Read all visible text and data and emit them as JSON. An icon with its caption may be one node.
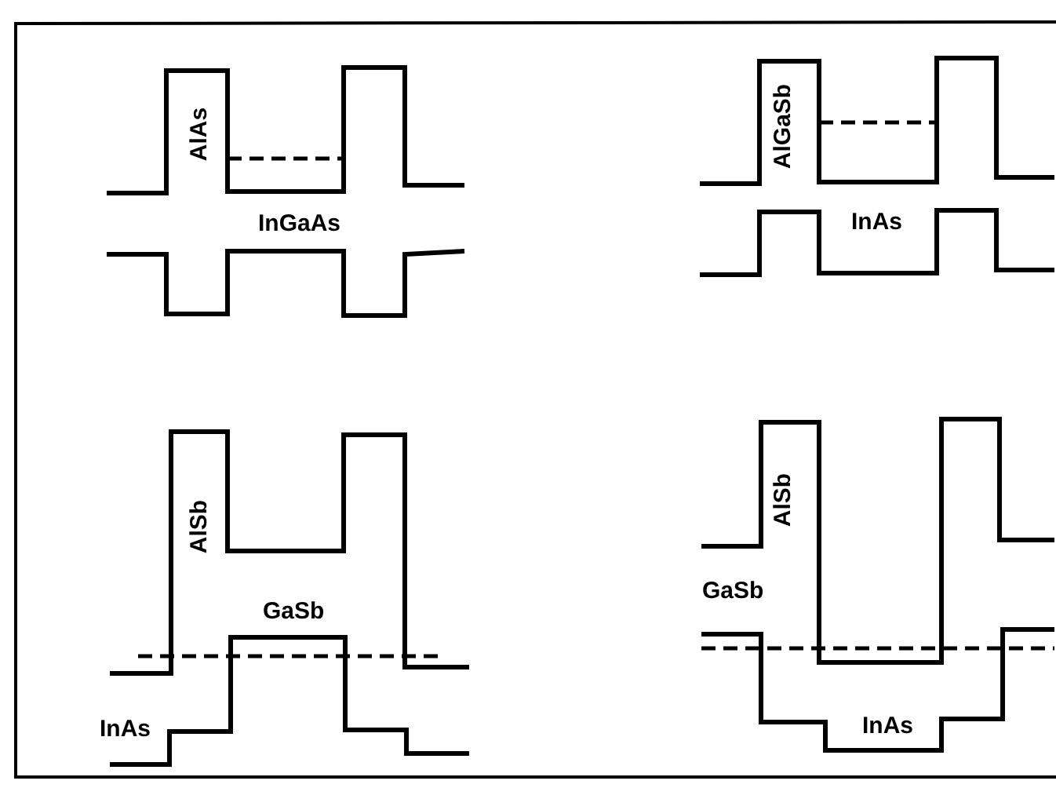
{
  "diagram": {
    "labels": [
      "AlAs",
      "InGaAs",
      "AlGaSb",
      "InAs",
      "AlSb",
      "GaSb",
      "InAs",
      "AlSb",
      "GaSb",
      "InAs"
    ]
  }
}
